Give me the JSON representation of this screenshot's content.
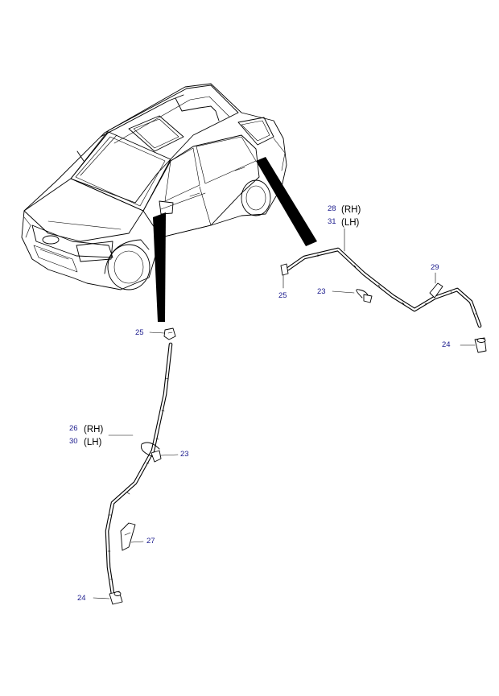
{
  "parts": {
    "hose_front_rh": "26",
    "hose_front_lh": "30",
    "hose_rear_rh": "28",
    "hose_rear_lh": "31",
    "clip_front": "23",
    "clip_rear": "23",
    "nozzle_front": "24",
    "nozzle_rear": "24",
    "connector_front": "25",
    "connector_rear": "25",
    "holder_front": "27",
    "holder_rear": "29"
  },
  "side_labels": {
    "front_rh": "(RH)",
    "front_lh": "(LH)",
    "rear_rh": "(RH)",
    "rear_lh": "(LH)"
  }
}
